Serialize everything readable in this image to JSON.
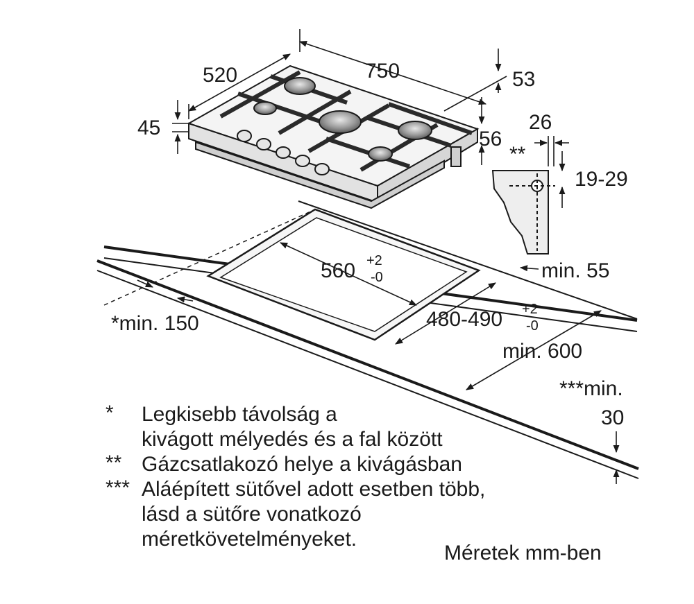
{
  "dimensions": {
    "depth": "520",
    "width": "750",
    "top_thickness": "53",
    "height": "45",
    "leg_height": "56",
    "gas_offset": "26",
    "gas_range": "19-29",
    "double_star": "**",
    "cutout_width": "560",
    "cutout_width_tol_plus": "+2",
    "cutout_width_tol_minus": "-0",
    "cutout_depth": "480-490",
    "cutout_depth_tol_plus": "+2",
    "cutout_depth_tol_minus": "-0",
    "min_front": "min. 55",
    "min_wall": "*min. 150",
    "min_side": "min. 600",
    "min_oven_line1": "***min.",
    "min_oven_line2": "30"
  },
  "notes": [
    {
      "marker": "*",
      "lines": [
        "Legkisebb távolság a",
        "kivágott mélyedés és a fal között"
      ]
    },
    {
      "marker": "**",
      "lines": [
        "Gázcsatlakozó helye a kivágásban"
      ]
    },
    {
      "marker": "***",
      "lines": [
        "Aláépített sütővel adott esetben több,",
        "lásd a sütőre vonatkozó",
        "méretkövetelményeket."
      ]
    }
  ],
  "units_label": "Méretek mm-ben"
}
